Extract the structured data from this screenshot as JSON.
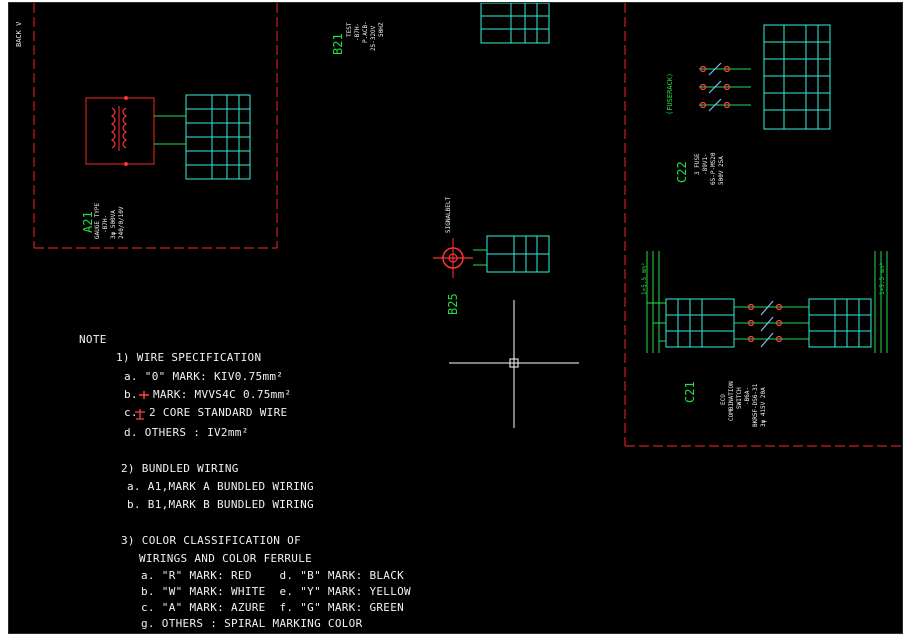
{
  "side_label": "BACK V",
  "components": {
    "a21": {
      "id": "A21",
      "desc": [
        "GAUGE TYPE",
        "-B7H-",
        "3φ 500VA",
        "240/0/10V"
      ]
    },
    "b21": {
      "id": "B21",
      "desc": [
        "TEST",
        "-B7H-",
        "P.ACB-",
        "25-32OV",
        "50HZ"
      ]
    },
    "b25": {
      "id": "B25",
      "tag": "SIGNALBELT"
    },
    "c22": {
      "id": "C22",
      "desc": [
        "3 FUSE",
        "-89V1-",
        "65-P-MS20",
        "500V 25A"
      ],
      "tag": "(FUSERACK)"
    },
    "c21": {
      "id": "C21",
      "desc": [
        "ECO",
        "COMBINATION",
        "SWITCH",
        "-B6A-",
        "BKR5F-DS6-31",
        "3φ 415V 20A"
      ]
    },
    "wire_sizes": [
      "1×5.5 mm²",
      "1×5.5 mm²"
    ]
  },
  "note": {
    "title": "NOTE",
    "s1": {
      "heading": "1) WIRE SPECIFICATION",
      "a": "a. \"0\" MARK: KIV0.75mm²",
      "b": "MARK: MVVS4C 0.75mm²",
      "b_prefix": "b.",
      "c": "2 CORE STANDARD WIRE",
      "c_prefix": "c.",
      "d": "d. OTHERS : IV2mm²"
    },
    "s2": {
      "heading": "2) BUNDLED WIRING",
      "a": "a. A1,MARK A BUNDLED WIRING",
      "b": "b. B1,MARK B BUNDLED WIRING"
    },
    "s3": {
      "heading": "3) COLOR CLASSIFICATION OF",
      "heading2": "WIRINGS AND COLOR FERRULE",
      "rows": [
        "a. \"R\" MARK: RED    d. \"B\" MARK: BLACK",
        "b. \"W\" MARK: WHITE  e. \"Y\" MARK: YELLOW",
        "c. \"A\" MARK: AZURE  f. \"G\" MARK: GREEN",
        "g. OTHERS : SPIRAL MARKING COLOR"
      ]
    }
  },
  "colors": {
    "background": "#000000",
    "panel_border": "#cc1f1f",
    "wire": "#22dd44",
    "terminal": "#33eedd",
    "text": "#f2f2f2",
    "crosshair": "#ffffff"
  }
}
